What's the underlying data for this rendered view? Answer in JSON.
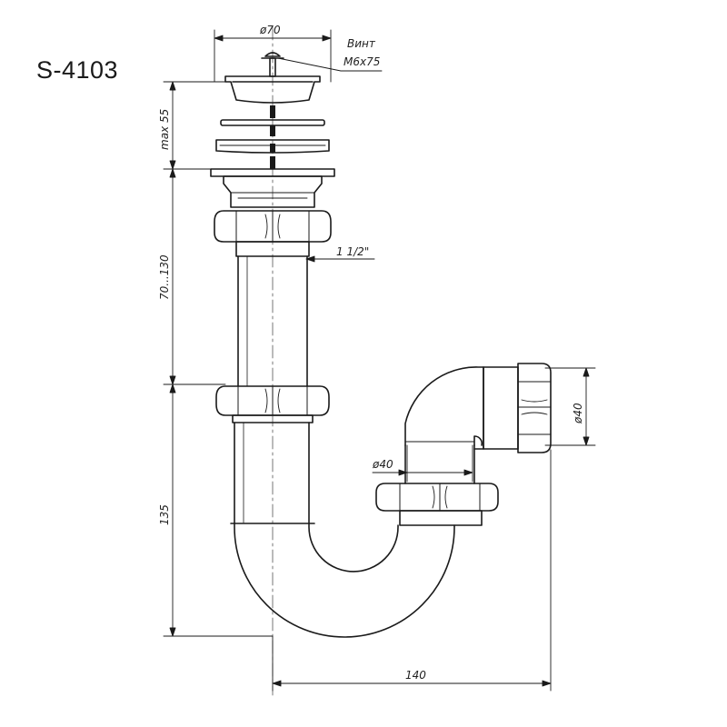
{
  "model": "S-4103",
  "dimensions": {
    "top_diameter": "ø70",
    "screw_label": "Винт",
    "screw_size": "M6x75",
    "height_top": "max 55",
    "height_mid": "70...130",
    "height_bottom": "135",
    "width": "140",
    "thread": "1 1/2\"",
    "outlet_diameter": "ø40",
    "inner_diameter": "ø40"
  }
}
